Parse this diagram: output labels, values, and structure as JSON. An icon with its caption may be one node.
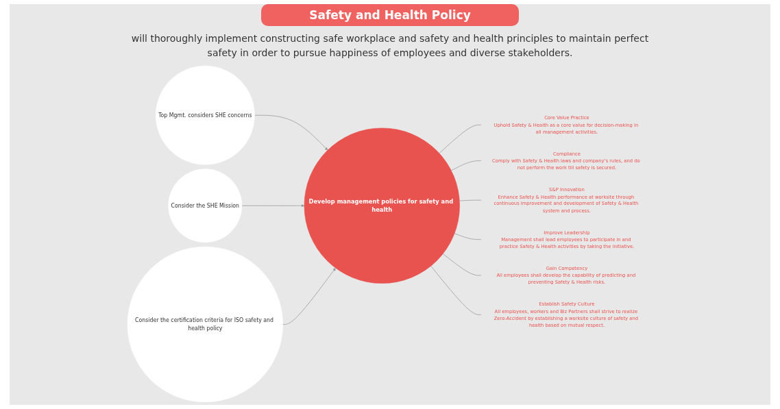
{
  "diagram": {
    "title": "Safety and Health Policy",
    "nodes": [
      {
        "text": [
          "Top Mgmt. considers SHE concerns"
        ]
      },
      {
        "text": [
          "Consider the SHE Mission"
        ]
      },
      {
        "text": [
          "Consider the certification criteria for ISO safety and health policy"
        ]
      },
      {
        "text": [
          "Develop management policies for safety and health"
        ]
      },
      {
        "text": [
          "Core Value Practice"
        ],
        "beside": [
          "Uphold Safety & Health as a core value for decision-making in all management activities."
        ]
      },
      {
        "text": [
          "Compliance"
        ],
        "beside": [
          "Comply with Safety & Health laws and company’s rules, and do not perform the work till safety is secured."
        ]
      },
      {
        "text": [
          "S&P Innovation"
        ],
        "beside": [
          "Enhance Safety & Health performance at worksite through continuous improvement and development of Safety & Health system and process."
        ]
      },
      {
        "text": [
          "Improve Leadership"
        ],
        "beside": [
          "Management shall lead employees to participate in and practice Safety & Health activities by taking the initiative."
        ]
      },
      {
        "text": [
          "Gain Competency"
        ],
        "beside": [
          "All employees shall develop the capability of predicting and preventing Safety & Health risks."
        ]
      },
      {
        "text": [
          "Establish Safety Culture"
        ],
        "beside": [
          "All employees, workers and Biz Partners shall strive to realize Zero-Accident by establishing a worksite culture of safety and health based on mutual respect."
        ]
      }
    ],
    "edges": [
      {
        "from": 0,
        "to": 3,
        "arrow": "to"
      },
      {
        "from": 1,
        "to": 3,
        "arrow": "to"
      },
      {
        "from": 2,
        "to": 3,
        "arrow": "to"
      },
      {
        "from": 3,
        "to": 4,
        "arrow": "none"
      },
      {
        "from": 3,
        "to": 5,
        "arrow": "none"
      },
      {
        "from": 3,
        "to": 6,
        "arrow": "none"
      },
      {
        "from": 3,
        "to": 7,
        "arrow": "none"
      },
      {
        "from": 3,
        "to": 8,
        "arrow": "none"
      },
      {
        "from": 3,
        "to": 9,
        "arrow": "none"
      }
    ],
    "labels": [
      "will thoroughly implement constructing safe workplace and safety and health principles to maintain perfect safety in order to pursue happiness of employees and diverse stakeholders."
    ]
  }
}
